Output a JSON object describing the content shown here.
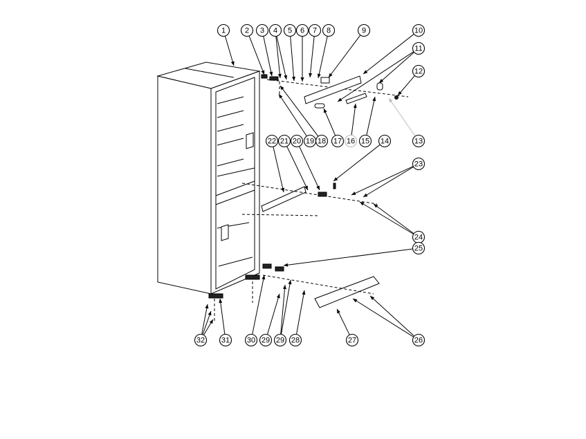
{
  "diagram": {
    "title": "Refrigerator cabinet exploded parts view",
    "callouts": [
      "1",
      "2",
      "3",
      "4",
      "5",
      "6",
      "7",
      "8",
      "9",
      "10",
      "11",
      "12",
      "13",
      "14",
      "15",
      "16",
      "17",
      "18",
      "19",
      "20",
      "21",
      "22",
      "23",
      "24",
      "25",
      "26",
      "27",
      "28",
      "29",
      "29",
      "30",
      "31",
      "32"
    ]
  }
}
